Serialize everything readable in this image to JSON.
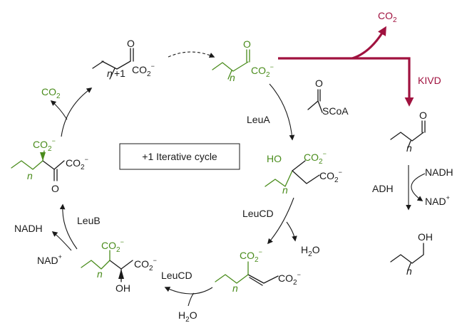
{
  "cycle": {
    "label": "+1 Iterative cycle"
  },
  "species": {
    "co2": "CO",
    "co2_sub": "2",
    "minus": "−",
    "o": "O",
    "oh": "OH",
    "ho": "HO",
    "n": "n",
    "n_plus_1": "+1",
    "scoa": "SCoA",
    "h2o": "H",
    "h2o_sub": "2",
    "h2o_o": "O",
    "nadh": "NADH",
    "nad": "NAD",
    "nad_sup": "+"
  },
  "enzymes": {
    "leua": "LeuA",
    "leucd_1": "LeuCD",
    "leucd_2": "LeuCD",
    "leub": "LeuB",
    "kivd": "KIVD",
    "adh": "ADH"
  },
  "colors": {
    "green": "#4a8c1c",
    "crimson": "#a0123f",
    "black": "#1a1a1a"
  }
}
